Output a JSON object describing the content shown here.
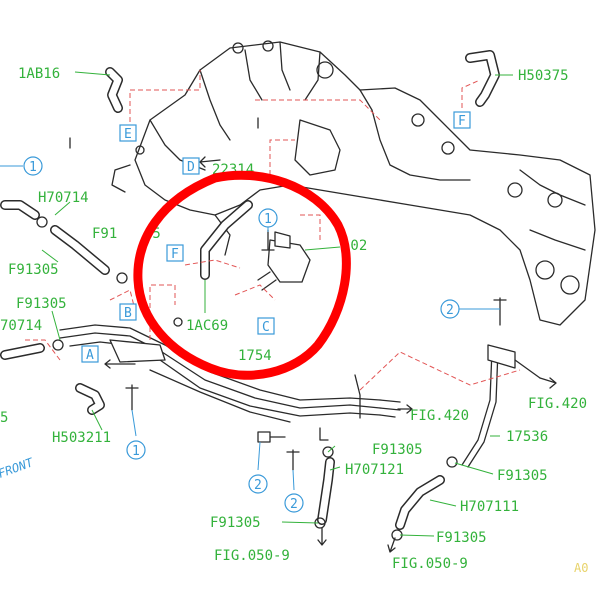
{
  "labels": {
    "ab16": "1AB16",
    "h50375": "H50375",
    "h70714_top": "H70714",
    "h70714_left": "70714",
    "f91305_a": "F91305",
    "f91305_b": "F91305",
    "f91305_c": "F91305",
    "f91305_d": "F91305",
    "f91305_e": "F91305",
    "f91305_f": "F91305",
    "f91305_partial": "F91",
    "f91305_partial_tail": "05",
    "n22314": "22314",
    "n102": "102",
    "ac69": "1AC69",
    "n1754": "1754",
    "h503211": "H503211",
    "h707121": "H707121",
    "h707111": "H707111",
    "n17536": "17536",
    "fig420_a": "FIG.420",
    "fig420_b": "FIG.420",
    "fig050_a": "FIG.050-9",
    "fig050_b": "FIG.050-9",
    "left_5": "5",
    "front": "FRONT",
    "corner": "A0"
  },
  "refs": {
    "E": "E",
    "F_top": "F",
    "D": "D",
    "F_mid": "F",
    "B": "B",
    "A": "A",
    "C": "C",
    "c1_a": "1",
    "c1_b": "1",
    "c1_c": "1",
    "c2_a": "2",
    "c2_b": "2",
    "c2_c": "2"
  },
  "colors": {
    "label": "#33b23b",
    "reference": "#3a9ad9",
    "leader_dashed": "#e25555",
    "highlight_circle": "#ff0000"
  }
}
